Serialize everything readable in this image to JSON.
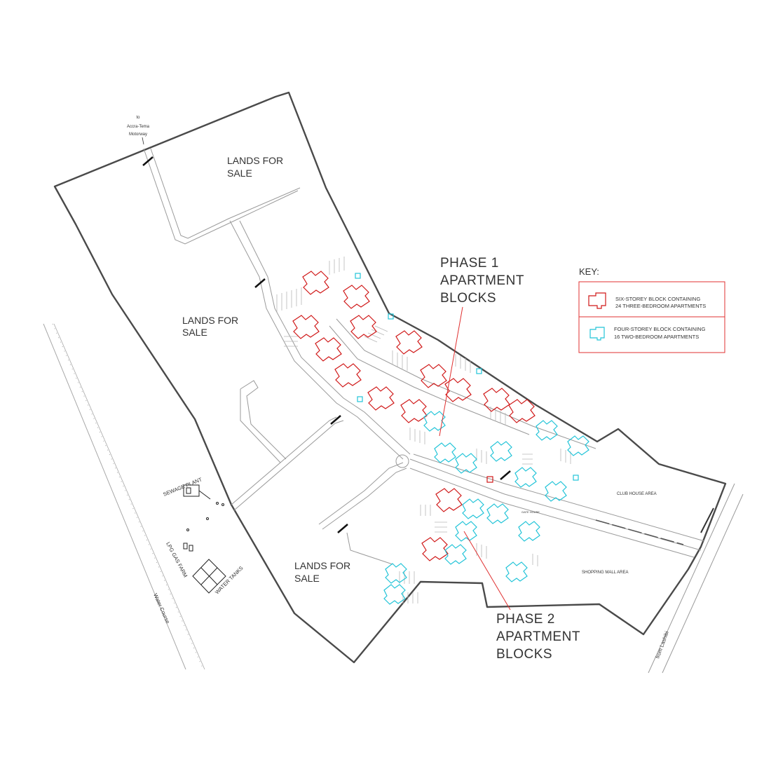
{
  "labels": {
    "to_motorway": [
      "to",
      "Accra-Tema",
      "Motorway"
    ],
    "lands_north": [
      "LANDS FOR",
      "SALE"
    ],
    "lands_mid": [
      "LANDS FOR",
      "SALE"
    ],
    "lands_south": [
      "LANDS FOR",
      "SALE"
    ],
    "phase1": [
      "PHASE 1",
      "APARTMENT",
      "BLOCKS"
    ],
    "phase2": [
      "PHASE 2",
      "APARTMENT",
      "BLOCKS"
    ],
    "sewage_plant": "SEWAGE PLANT",
    "lpg_gas_farm": "LPG GAS FARM",
    "water_tanks": "WATER TANKS",
    "water_course": "Water Course",
    "from_lashibi": "from Lashibi",
    "club_house": "CLUB HOUSE AREA",
    "shopping_mall": "SHOPPING MALL AREA",
    "gate_house": "GATE HOUSE"
  },
  "key": {
    "title": "KEY:",
    "items": [
      {
        "line1": "SIX-STOREY BLOCK CONTAINING",
        "line2": "24 THREE-BEDROOM APARTMENTS",
        "color": "#d01818"
      },
      {
        "line1": "FOUR-STOREY BLOCK CONTAINING",
        "line2": "16 TWO-BEDROOM APARTMENTS",
        "color": "#22c4d8"
      }
    ],
    "border_color": "#e03030"
  },
  "colors": {
    "six_storey": "#d01818",
    "four_storey": "#22c4d8",
    "boundary": "#4a4a4a",
    "leader": "#e03030"
  }
}
